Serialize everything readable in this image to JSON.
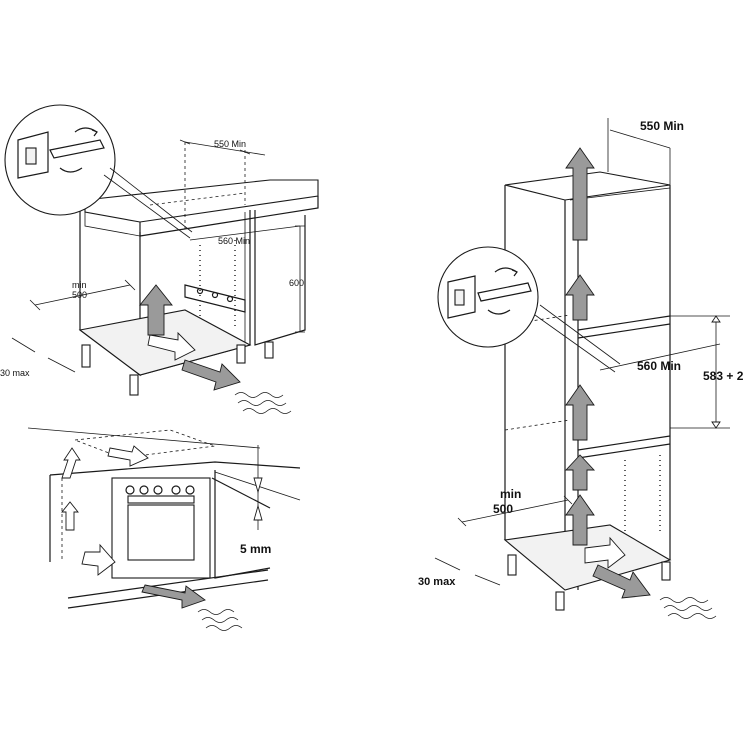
{
  "labels": {
    "topleft_width": "550 Min",
    "topleft_depth": "560 Min",
    "topleft_height": "600",
    "topleft_min": "min",
    "topleft_min_val": "500",
    "topleft_max": "30 max",
    "bottomleft_gap": "5 mm",
    "right_width": "550 Min",
    "right_depth": "560 Min",
    "right_height": "583 + 2",
    "right_min": "min",
    "right_min_val": "500",
    "right_max": "30 max"
  }
}
